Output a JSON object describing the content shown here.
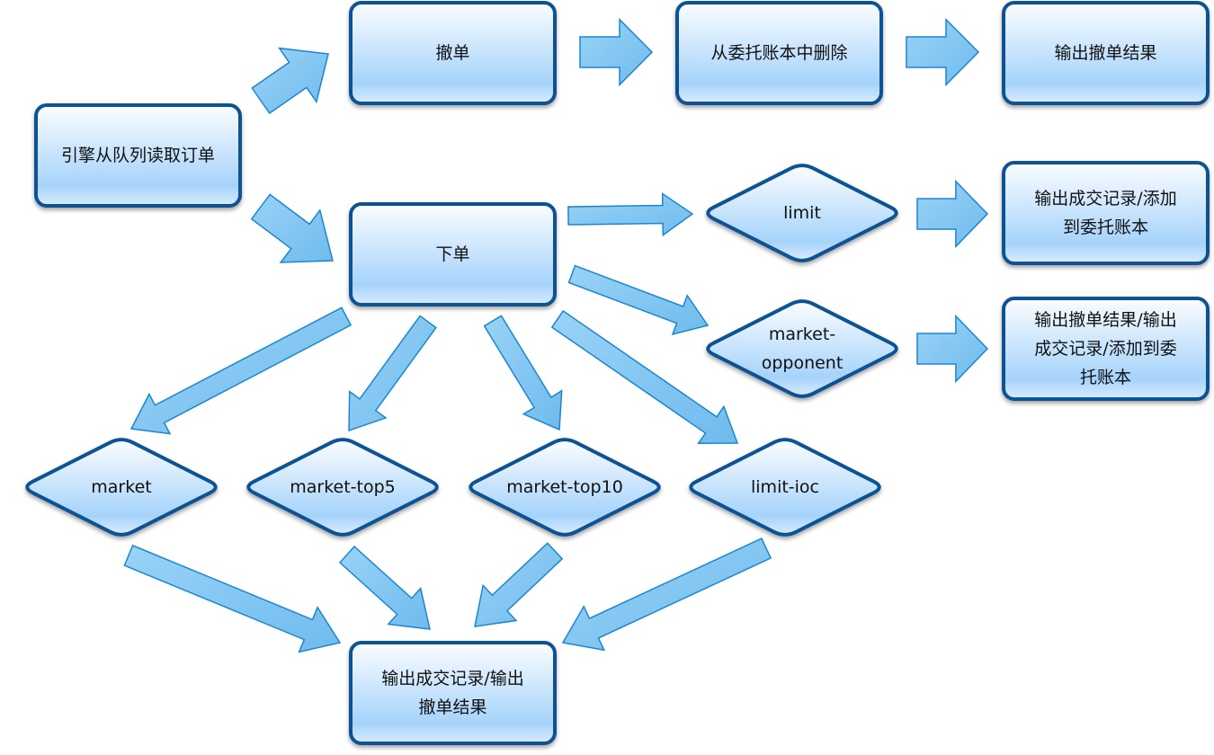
{
  "diagram": {
    "type": "flowchart",
    "colors": {
      "node_border": "#0b5394",
      "node_fill_top": "#fbfdff",
      "node_fill_bottom": "#a6d3fb",
      "arrow_fill": "#86c8f2",
      "arrow_stroke": "#1a87cf",
      "text": "#111111"
    },
    "nodes": [
      {
        "id": "read",
        "shape": "box",
        "label": "引擎从队列读取订单"
      },
      {
        "id": "cancel",
        "shape": "box",
        "label": "撤单"
      },
      {
        "id": "remove",
        "shape": "box",
        "label": "从委托账本中删除"
      },
      {
        "id": "cancel_out",
        "shape": "box",
        "label": "输出撤单结果"
      },
      {
        "id": "place",
        "shape": "box",
        "label": "下单"
      },
      {
        "id": "limit",
        "shape": "diamond",
        "label": "limit"
      },
      {
        "id": "limit_out",
        "shape": "box",
        "label": "输出成交记录/添加到委托账本"
      },
      {
        "id": "mopp",
        "shape": "diamond",
        "label": "market-opponent"
      },
      {
        "id": "mopp_out",
        "shape": "box",
        "label": "输出撤单结果/输出成交记录/添加到委托账本"
      },
      {
        "id": "market",
        "shape": "diamond",
        "label": "market"
      },
      {
        "id": "top5",
        "shape": "diamond",
        "label": "market-top5"
      },
      {
        "id": "top10",
        "shape": "diamond",
        "label": "market-top10"
      },
      {
        "id": "ioc",
        "shape": "diamond",
        "label": "limit-ioc"
      },
      {
        "id": "final_out",
        "shape": "box",
        "label": "输出成交记录/输出撤单结果"
      }
    ],
    "edges": [
      {
        "from": "read",
        "to": "cancel"
      },
      {
        "from": "read",
        "to": "place"
      },
      {
        "from": "cancel",
        "to": "remove"
      },
      {
        "from": "remove",
        "to": "cancel_out"
      },
      {
        "from": "place",
        "to": "limit"
      },
      {
        "from": "place",
        "to": "mopp"
      },
      {
        "from": "limit",
        "to": "limit_out"
      },
      {
        "from": "mopp",
        "to": "mopp_out"
      },
      {
        "from": "place",
        "to": "market"
      },
      {
        "from": "place",
        "to": "top5"
      },
      {
        "from": "place",
        "to": "top10"
      },
      {
        "from": "place",
        "to": "ioc"
      },
      {
        "from": "market",
        "to": "final_out"
      },
      {
        "from": "top5",
        "to": "final_out"
      },
      {
        "from": "top10",
        "to": "final_out"
      },
      {
        "from": "ioc",
        "to": "final_out"
      }
    ]
  }
}
